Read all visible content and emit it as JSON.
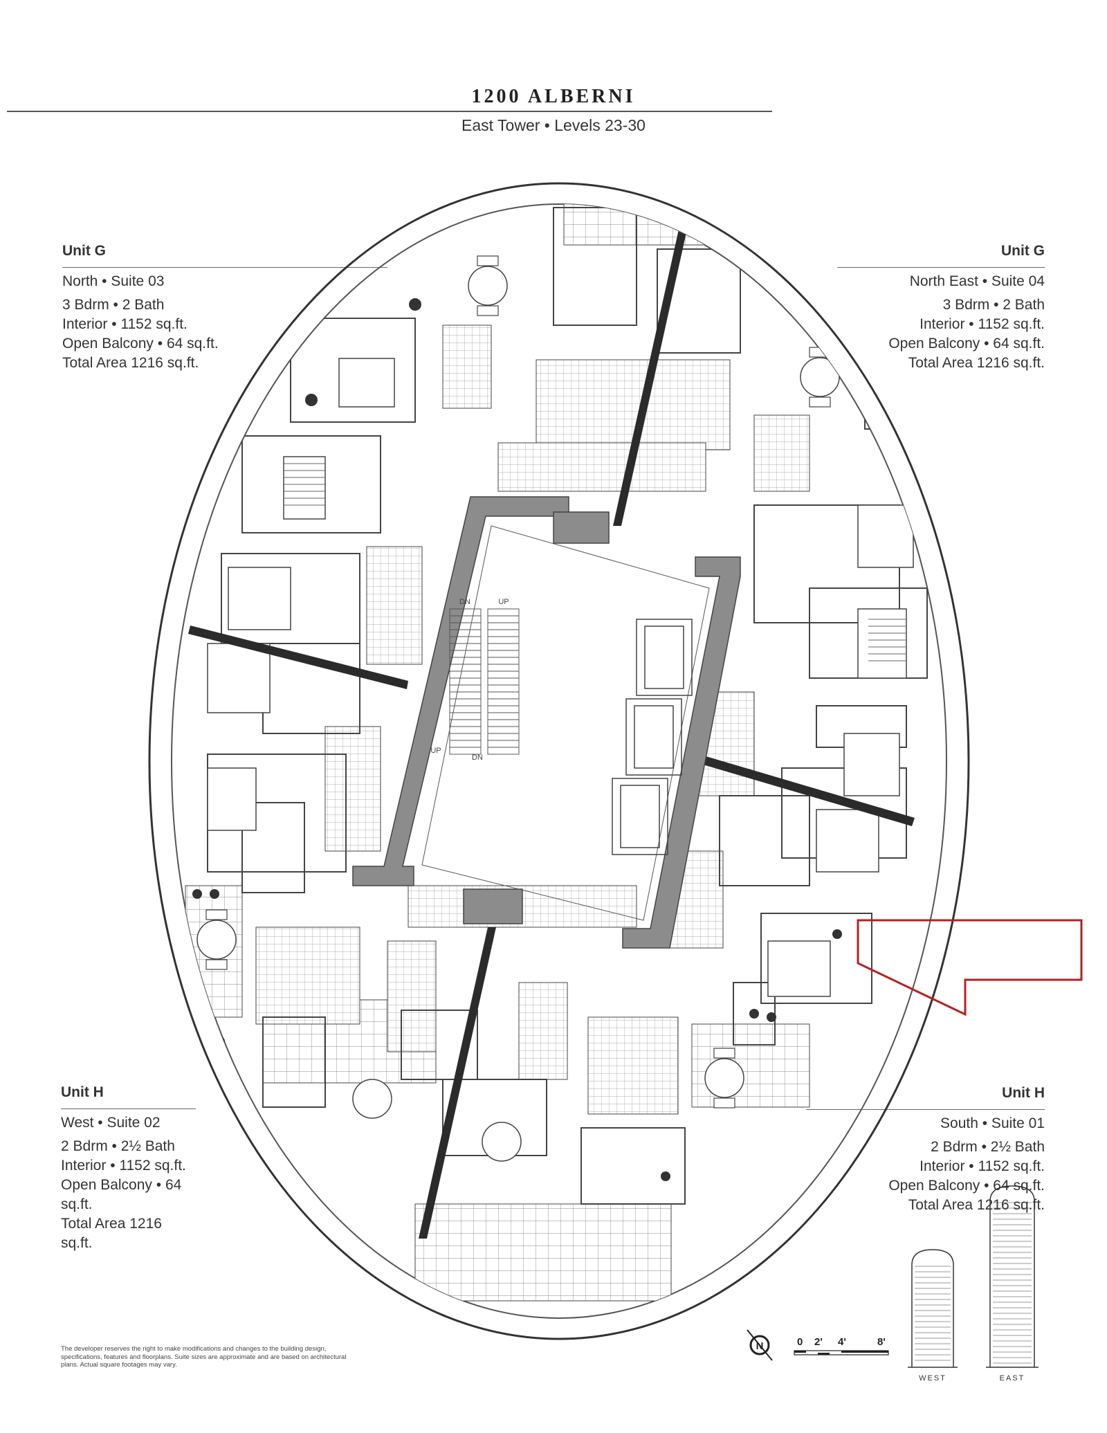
{
  "header": {
    "title": "1200 ALBERNI",
    "subtitle": "East Tower • Levels 23-30"
  },
  "units": [
    {
      "name": "Unit G",
      "location": "North • Suite 03",
      "rooms": "3 Bdrm • 2 Bath",
      "interior": "Interior • 1152 sq.ft.",
      "balcony": "Open Balcony • 64 sq.ft.",
      "total": "Total Area 1216 sq.ft."
    },
    {
      "name": "Unit G",
      "location": "North East • Suite 04",
      "rooms": "3 Bdrm • 2 Bath",
      "interior": "Interior • 1152 sq.ft.",
      "balcony": "Open Balcony • 64 sq.ft.",
      "total": "Total Area 1216 sq.ft."
    },
    {
      "name": "Unit H",
      "location": "West • Suite 02",
      "rooms": "2 Bdrm • 2½ Bath",
      "interior": "Interior • 1152 sq.ft.",
      "balcony": "Open Balcony • 64 sq.ft.",
      "total": "Total Area 1216 sq.ft."
    },
    {
      "name": "Unit H",
      "location": "South • Suite 01",
      "rooms": "2 Bdrm • 2½ Bath",
      "interior": "Interior • 1152 sq.ft.",
      "balcony": "Open Balcony • 64 sq.ft.",
      "total": "Total Area 1216 sq.ft."
    }
  ],
  "plan": {
    "stair_labels": {
      "dn_left": "DN",
      "up_right": "UP",
      "up_left": "UP",
      "dn_right": "DN"
    }
  },
  "disclaimer": "The developer reserves the right to make modifications and changes to the building design, specifications, features and floorplans. Suite sizes are approximate and are based on architectural plans. Actual square footages may vary.",
  "scale": {
    "compass": "N",
    "ticks": [
      "0",
      "2'",
      "4'",
      "8'"
    ]
  },
  "towers": {
    "west": "WEST",
    "east": "EAST"
  },
  "colors": {
    "wall": "#2b2b2b",
    "core": "#8c8c8c",
    "arrow": "#b22222",
    "line": "#555555"
  }
}
